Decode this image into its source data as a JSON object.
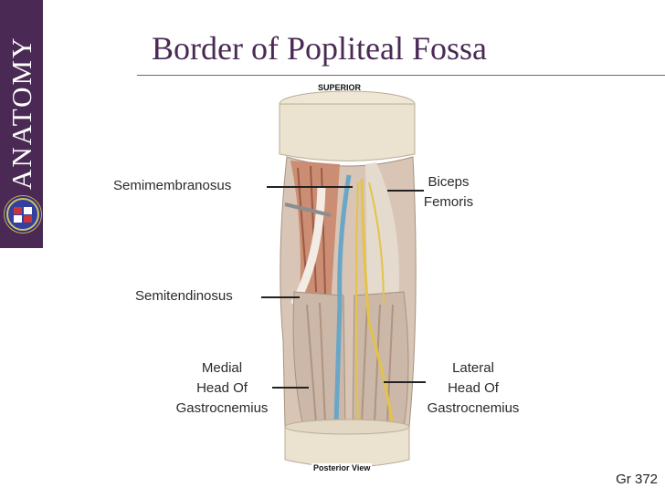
{
  "sidebar": {
    "brand": "ANATOMY"
  },
  "slide": {
    "title": "Border of Popliteal Fossa"
  },
  "figure": {
    "top_caption": "SUPERIOR",
    "bottom_caption": "Posterior View"
  },
  "labels": {
    "semimembranosus": "Semimembranosus",
    "biceps_femoris_1": "Biceps",
    "biceps_femoris_2": "Femoris",
    "semitendinosus": "Semitendinosus",
    "medial_1": "Medial",
    "medial_2": "Head Of",
    "medial_3": "Gastrocnemius",
    "lateral_1": "Lateral",
    "lateral_2": "Head Of",
    "lateral_3": "Gastrocnemius"
  },
  "footer": {
    "reference": "Gr 372"
  }
}
